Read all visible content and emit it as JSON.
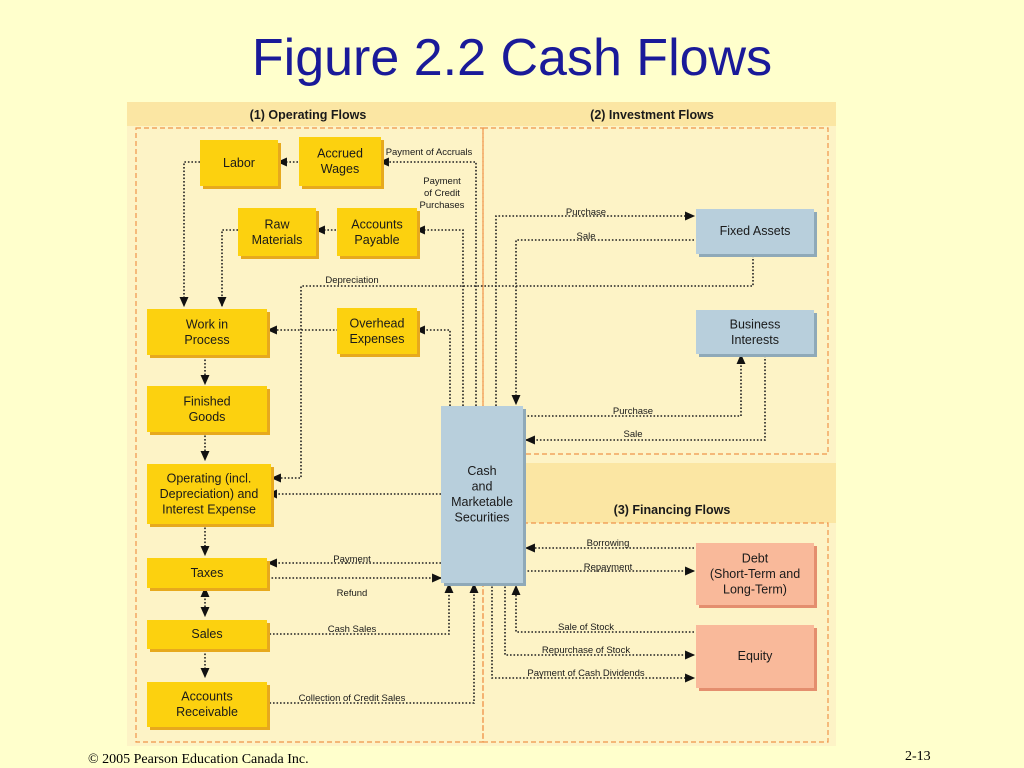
{
  "title": "Figure 2.2 Cash Flows",
  "footer": {
    "left": "© 2005 Pearson Education Canada Inc.",
    "right": "2-13"
  },
  "sections": {
    "operating": "(1) Operating Flows",
    "investment": "(2) Investment Flows",
    "financing": "(3) Financing Flows"
  },
  "boxes": {
    "labor": [
      "Labor"
    ],
    "accrued": [
      "Accrued",
      "Wages"
    ],
    "raw": [
      "Raw",
      "Materials"
    ],
    "payable": [
      "Accounts",
      "Payable"
    ],
    "wip": [
      "Work in",
      "Process"
    ],
    "overhead": [
      "Overhead",
      "Expenses"
    ],
    "finished": [
      "Finished",
      "Goods"
    ],
    "operating": [
      "Operating (incl.",
      "Depreciation) and",
      "Interest Expense"
    ],
    "taxes": [
      "Taxes"
    ],
    "sales": [
      "Sales"
    ],
    "receivable": [
      "Accounts",
      "Receivable"
    ],
    "cash": [
      "Cash",
      "and",
      "Marketable",
      "Securities"
    ],
    "fixed": [
      "Fixed Assets"
    ],
    "business": [
      "Business",
      "Interests"
    ],
    "debt": [
      "Debt",
      "(Short-Term and",
      "Long-Term)"
    ],
    "equity": [
      "Equity"
    ]
  },
  "labels": {
    "payment_accruals": [
      "Payment of Accruals"
    ],
    "payment_credit": [
      "Payment",
      "of Credit",
      "Purchases"
    ],
    "depreciation": [
      "Depreciation"
    ],
    "fa_purchase": [
      "Purchase"
    ],
    "fa_sale": [
      "Sale"
    ],
    "bi_purchase": [
      "Purchase"
    ],
    "bi_sale": [
      "Sale"
    ],
    "tax_payment": [
      "Payment"
    ],
    "tax_refund": [
      "Refund"
    ],
    "cash_sales": [
      "Cash Sales"
    ],
    "credit_sales": [
      "Collection of Credit Sales"
    ],
    "borrowing": [
      "Borrowing"
    ],
    "repayment": [
      "Repayment"
    ],
    "sale_stock": [
      "Sale of Stock"
    ],
    "repurchase": [
      "Repurchase of Stock"
    ],
    "dividends": [
      "Payment of Cash Dividends"
    ]
  },
  "colors": {
    "yellow_box": "#fcd10f",
    "blue_box": "#b8cfdc",
    "salmon_box": "#f9b99a",
    "frame": "#f0944a",
    "panel": "#fdf3c6",
    "title": "#1a1a99"
  }
}
